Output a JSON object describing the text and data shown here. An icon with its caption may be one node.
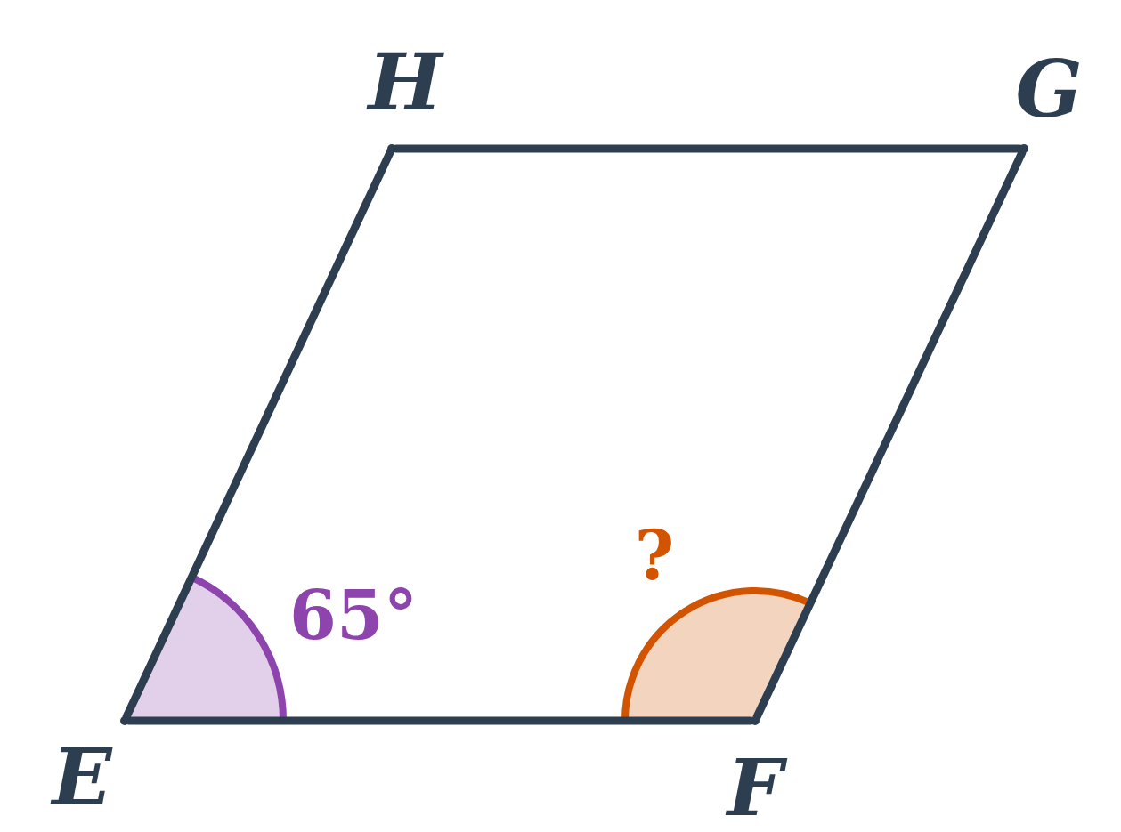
{
  "diagram": {
    "nodes": [
      {
        "text": [],
        "shape": "circle",
        "beside": [
          "H"
        ]
      },
      {
        "text": [],
        "shape": "circle",
        "beside": [
          "G"
        ]
      },
      {
        "text": [],
        "shape": "circle",
        "beside": [
          "E"
        ]
      },
      {
        "text": [],
        "shape": "circle",
        "beside": [
          "F"
        ]
      }
    ],
    "edges": [
      {
        "from": 2,
        "to": 3,
        "arrow": "none"
      },
      {
        "from": 3,
        "to": 1,
        "arrow": "none"
      },
      {
        "from": 1,
        "to": 0,
        "arrow": "none"
      },
      {
        "from": 0,
        "to": 2,
        "arrow": "none"
      }
    ],
    "labels": [
      "?",
      "65°"
    ]
  }
}
